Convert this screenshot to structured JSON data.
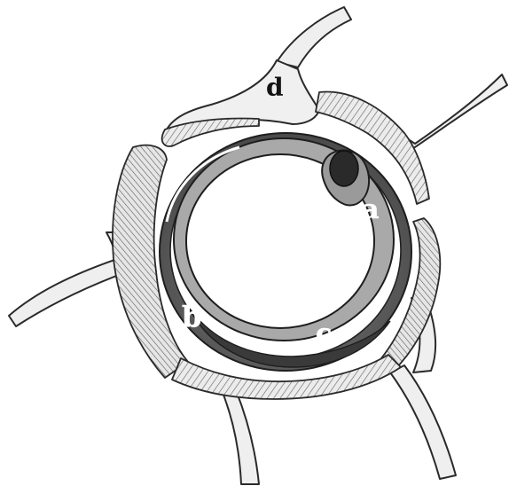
{
  "labels": {
    "a": "a",
    "b": "b",
    "c": "c",
    "d": "d"
  },
  "colors": {
    "background": "#ffffff",
    "outline": "#2a2a2a",
    "process_fill": "#efefef",
    "hatch": "#6a6a6a",
    "outer_ring": "#5e5e5e",
    "middle_band": "#ffffff",
    "inner_ring": "#a9a9a9",
    "dark_crescent": "#2e2e2e",
    "lumen": "#ffffff"
  }
}
